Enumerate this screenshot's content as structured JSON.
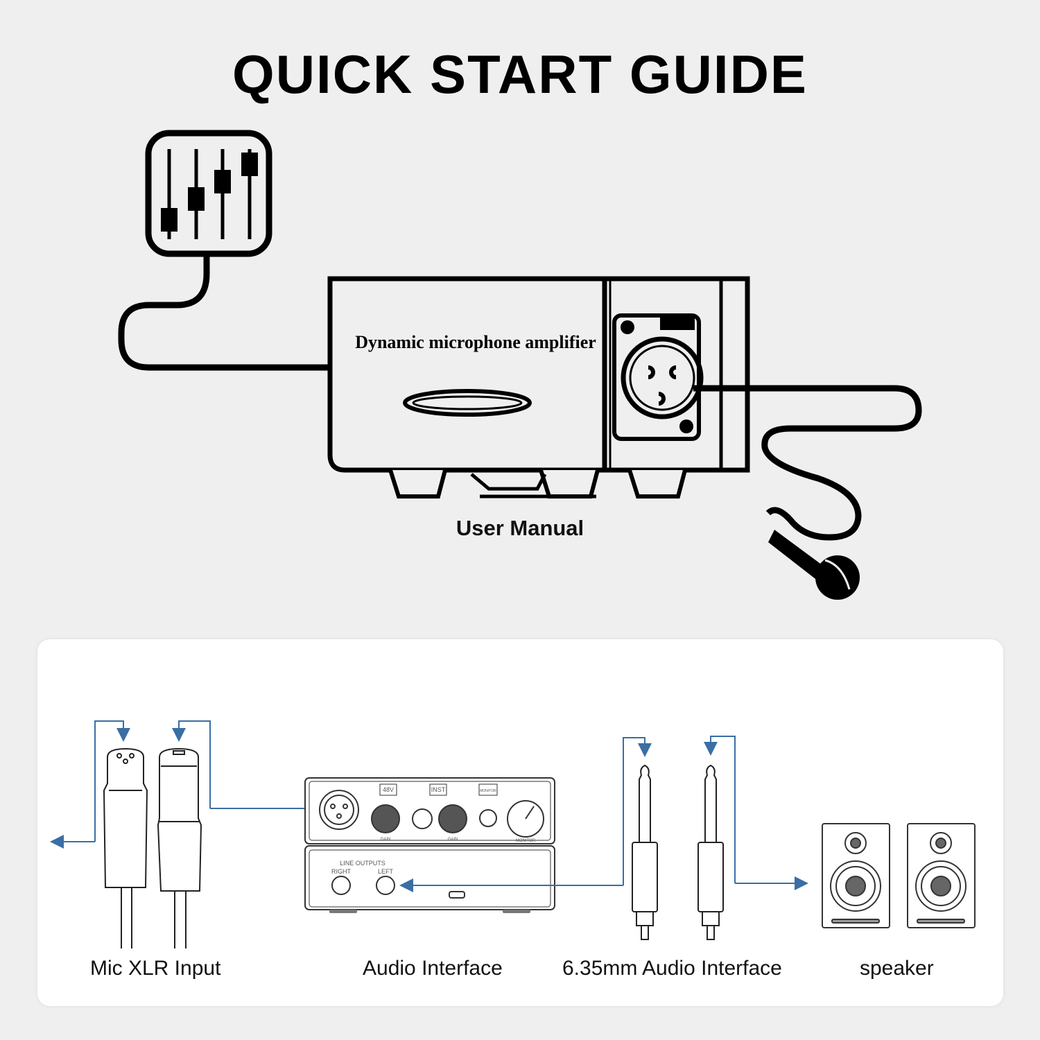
{
  "title": "QUICK START GUIDE",
  "device": {
    "label": "Dynamic microphone amplifier"
  },
  "manual_label": "User Manual",
  "interface_panel": {
    "top_labels": [
      "48V",
      "INST",
      "MONITOR"
    ],
    "line_outputs_label": "LINE OUTPUTS",
    "right_label": "RIGHT",
    "left_label": "LEFT",
    "gain_label": "GAIN",
    "monitor_knob_label": "MONITOR"
  },
  "captions": {
    "mic_xlr": "Mic XLR Input",
    "audio_interface": "Audio Interface",
    "jack": "6.35mm Audio Interface",
    "speaker": "speaker"
  },
  "colors": {
    "arrow": "#3a6ea5",
    "line": "#000000",
    "background": "#efefef",
    "panel": "#ffffff"
  },
  "icons": [
    "mixer-fader-icon",
    "microphone-icon",
    "xlr-connector-icon",
    "jack-plug-icon",
    "speaker-icon"
  ]
}
